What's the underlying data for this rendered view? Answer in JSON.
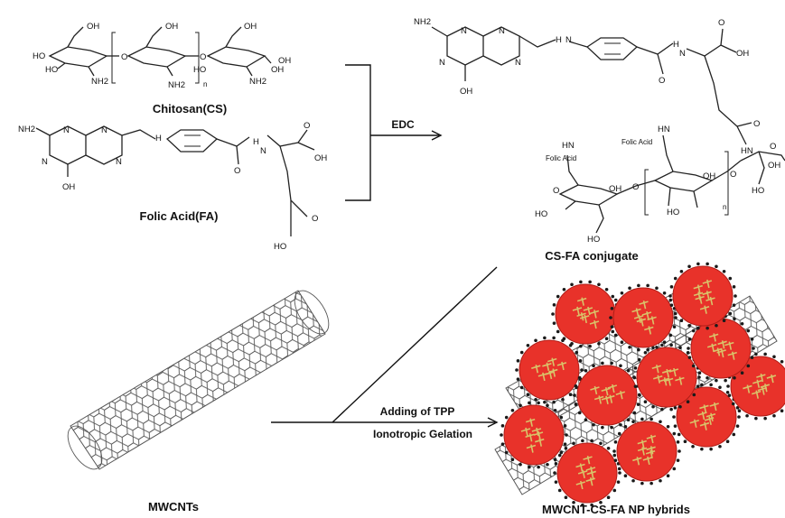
{
  "labels": {
    "chitosan": "Chitosan(CS)",
    "folic_acid": "Folic Acid(FA)",
    "edc": "EDC",
    "conjugate": "CS-FA conjugate",
    "mwcnts": "MWCNTs",
    "tpp": "Adding of TPP",
    "gelation": "Ionotropic Gelation",
    "hybrids": "MWCNT-CS-FA NP hybrids"
  },
  "atoms": {
    "oh": "OH",
    "ho": "HO",
    "o": "O",
    "n": "N",
    "nh2": "NH2",
    "nh": "NH",
    "hn": "HN",
    "h": "H",
    "n_sub": "n",
    "folic_acid_small": "Folic Acid"
  },
  "colors": {
    "nanoparticle_core": "#e8322a",
    "nanoparticle_accent": "#d9c36a",
    "nanoparticle_dots": "#1a1a1a",
    "tube_lines": "#555555"
  }
}
